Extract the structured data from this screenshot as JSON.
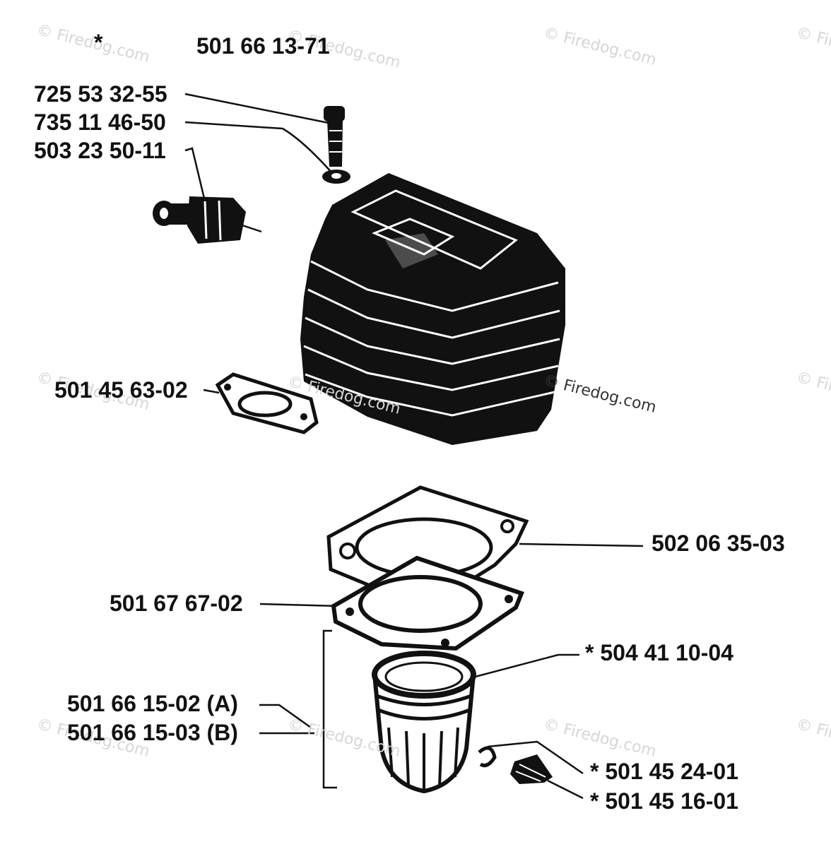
{
  "kit_marker": "*",
  "kit_number": "501 66 13-71",
  "labels": {
    "screw": "725 53 32-55",
    "washer": "735 11 46-50",
    "decompression_valve": "503 23 50-11",
    "intake_gasket": "501 45 63-02",
    "cylinder_gasket": "502 06 35-03",
    "base_gasket": "501 67 67-02",
    "piston_ring": "* 504 41 10-04",
    "piston_a": "501 66 15-02 (A)",
    "piston_b": "501 66 15-03 (B)",
    "circlip": "*  501 45 24-01",
    "piston_pin": "*  501 45 16-01"
  },
  "watermark": "© Firedog.com",
  "colors": {
    "ink": "#111111",
    "watermark": "#d6d6d6",
    "background": "#ffffff"
  }
}
